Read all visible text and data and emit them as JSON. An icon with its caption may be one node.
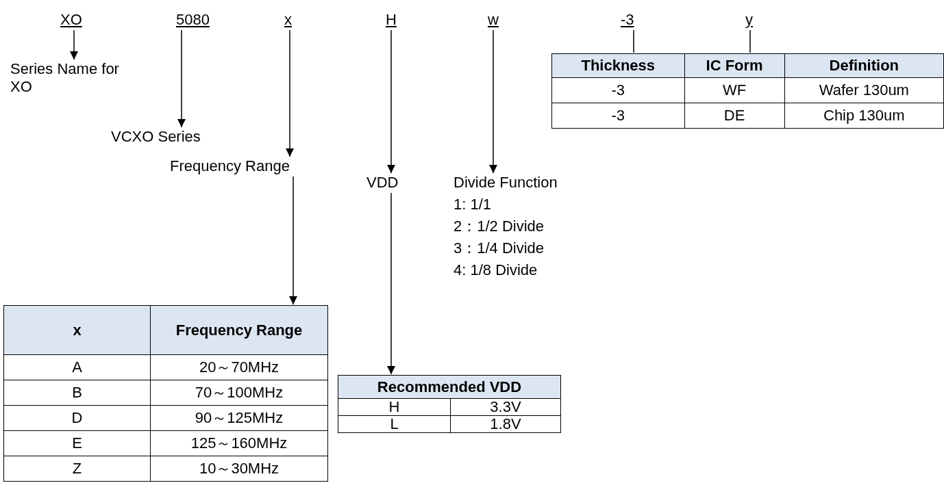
{
  "diagram": {
    "nodes": [
      {
        "text": [
          "XO"
        ]
      },
      {
        "text": [
          "5080"
        ]
      },
      {
        "text": [
          "x"
        ]
      },
      {
        "text": [
          "H"
        ]
      },
      {
        "text": [
          "w"
        ]
      },
      {
        "text": [
          "-3"
        ]
      },
      {
        "text": [
          "y"
        ]
      },
      {
        "text": [
          "Thickness",
          "IC Form",
          "Definition",
          "-3",
          "WF",
          "Wafer 130um",
          "-3",
          "DE",
          "Chip 130um"
        ]
      },
      {
        "text": [
          "Series Name for XO"
        ]
      },
      {
        "text": [
          "VCXO Series"
        ]
      },
      {
        "text": [
          "Frequency Range"
        ]
      },
      {
        "text": [
          "VDD"
        ]
      },
      {
        "text": [
          "Divide Function",
          "1: 1/1",
          "2：1/2 Divide",
          "3：1/4 Divide",
          "4: 1/8 Divide"
        ]
      },
      {
        "text": [
          "x",
          "Frequency Range",
          "A",
          "20～70MHz",
          "B",
          "70～100MHz",
          "D",
          "90～125MHz",
          "E",
          "125～160MHz",
          "Z",
          "10～30MHz"
        ]
      },
      {
        "text": [
          "Recommended VDD",
          "H",
          "3.3V",
          "L",
          "1.8V"
        ]
      }
    ],
    "edges": [
      {
        "from": 0,
        "to": 8,
        "arrow": "to"
      },
      {
        "from": 1,
        "to": 9,
        "arrow": "to"
      },
      {
        "from": 2,
        "to": 10,
        "arrow": "to"
      },
      {
        "from": 10,
        "to": 13,
        "arrow": "to"
      },
      {
        "from": 3,
        "to": 11,
        "arrow": "to"
      },
      {
        "from": 11,
        "to": 14,
        "arrow": "to"
      },
      {
        "from": 4,
        "to": 12,
        "arrow": "to"
      },
      {
        "from": 5,
        "to": 7,
        "arrow": "none"
      },
      {
        "from": 6,
        "to": 7,
        "arrow": "none"
      }
    ]
  }
}
